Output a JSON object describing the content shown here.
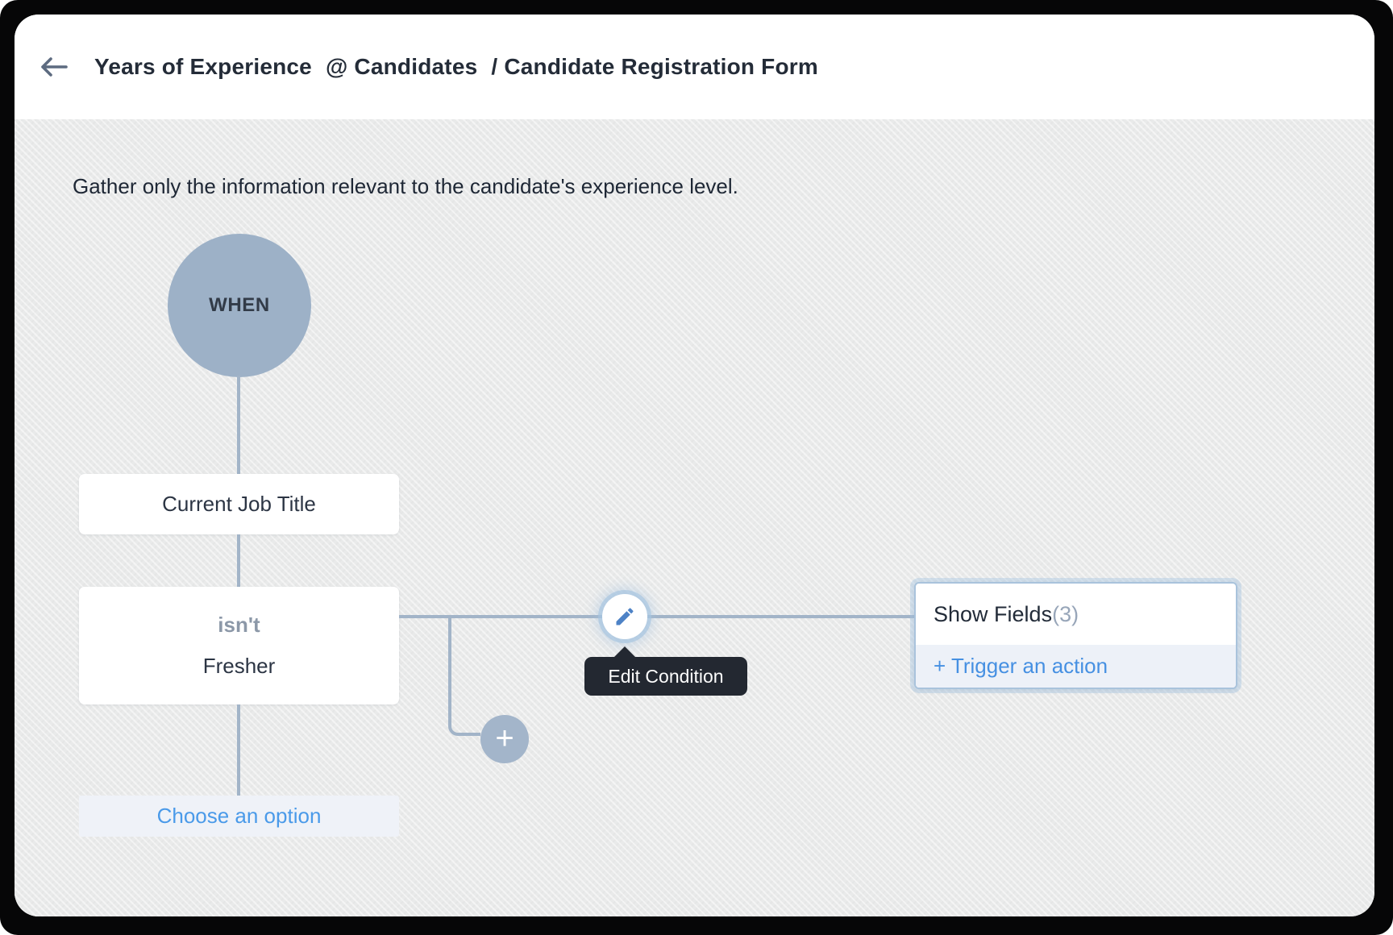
{
  "header": {
    "title": "Years of Experience",
    "module": "@ Candidates",
    "form_path": "/ Candidate Registration Form",
    "back_icon": "arrow-left"
  },
  "canvas": {
    "description": "Gather only the information relevant to the candidate's experience level.",
    "when_label": "WHEN",
    "field_label": "Current Job Title",
    "condition": {
      "operator": "isn't",
      "value": "Fresher"
    },
    "choose_option_label": "Choose an option",
    "edit_tooltip": "Edit Condition",
    "add_symbol": "+",
    "action": {
      "title": "Show Fields",
      "count": "(3)",
      "trigger_label": "+ Trigger an action"
    },
    "icons": {
      "edit": "pencil-icon",
      "add": "plus-icon"
    }
  },
  "colors": {
    "canvas_bg": "#e9eaea",
    "node_fill": "#9db1c7",
    "plus_fill": "#a3b5ca",
    "connector": "#a2b4c8",
    "link_blue": "#4a9ae9",
    "trigger_blue": "#4690e2",
    "tooltip_bg": "#232831",
    "title_text": "#242c38",
    "operator_gray": "#8c98a8",
    "count_gray": "#98a6b9",
    "action_border": "#a9c3dc"
  }
}
